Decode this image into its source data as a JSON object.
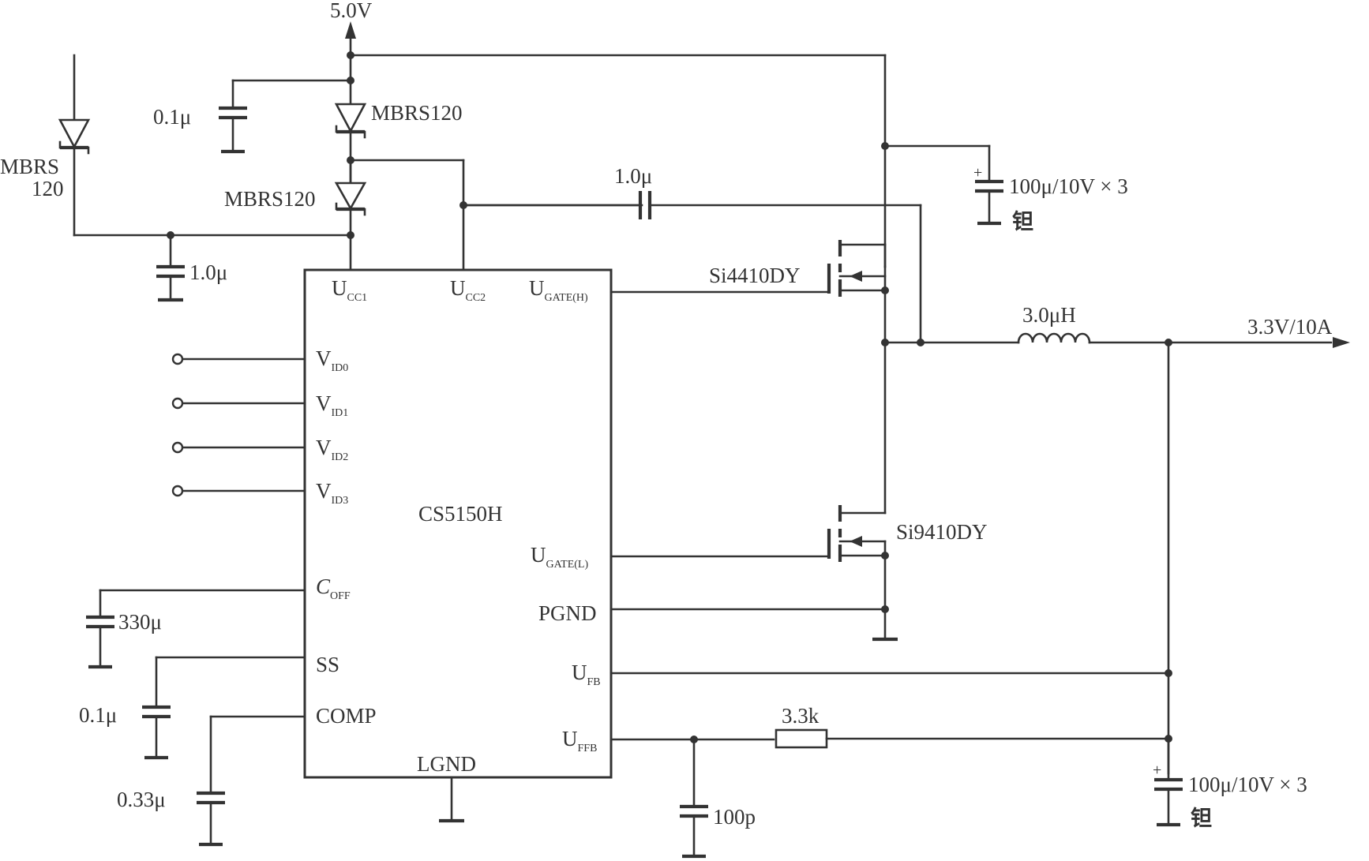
{
  "supply": {
    "rail": "5.0V"
  },
  "output": {
    "label": "3.3V/10A"
  },
  "ic": {
    "name": "CS5150H",
    "pins": {
      "ucc1": {
        "main": "U",
        "sub": "CC1"
      },
      "ucc2": {
        "main": "U",
        "sub": "CC2"
      },
      "ugate_h": {
        "main": "U",
        "sub": "GATE(H)"
      },
      "ugate_l": {
        "main": "U",
        "sub": "GATE(L)"
      },
      "vid0": {
        "main": "V",
        "sub": "ID0"
      },
      "vid1": {
        "main": "V",
        "sub": "ID1"
      },
      "vid2": {
        "main": "V",
        "sub": "ID2"
      },
      "vid3": {
        "main": "V",
        "sub": "ID3"
      },
      "coff": {
        "main": "C",
        "sub": "OFF"
      },
      "ss": "SS",
      "comp": "COMP",
      "lgnd": "LGND",
      "pgnd": "PGND",
      "ufb": {
        "main": "U",
        "sub": "FB"
      },
      "uffb": {
        "main": "U",
        "sub": "FFB"
      }
    }
  },
  "components": {
    "d_top": "MBRS120",
    "d_mid": "MBRS120",
    "d_left_1": "MBRS",
    "d_left_2": "120",
    "c_top": "0.1μ",
    "c_pump": "1.0μ",
    "c_left_bottom": "1.0μ",
    "c_in": "100μ/10V × 3",
    "c_in_type": "钽",
    "q_high": "Si4410DY",
    "q_low": "Si9410DY",
    "inductor": "3.0μH",
    "c_coff": "330μ",
    "c_ss": "0.1μ",
    "c_comp": "0.33μ",
    "r_ffb": "3.3k",
    "c_ffb": "100p",
    "c_out": "100μ/10V × 3",
    "c_out_type": "钽"
  }
}
